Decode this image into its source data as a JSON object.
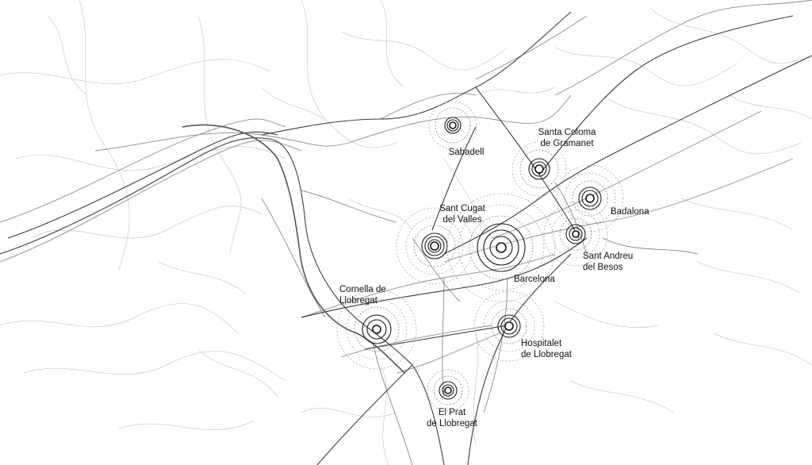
{
  "map": {
    "colors": {
      "background": "#ffffff",
      "roads_main": "#3c3c3c",
      "roads_minor": "#c9c9c9",
      "hubs": "#111111"
    },
    "hub_icon": "concentric-rings-icon",
    "cities": [
      {
        "id": "sabadell",
        "line1": "Sabadell",
        "line2": ""
      },
      {
        "id": "santa-coloma",
        "line1": "Santa Coloma",
        "line2": "de Gramanet"
      },
      {
        "id": "badalona",
        "line1": "Badalona",
        "line2": ""
      },
      {
        "id": "sant-cugat",
        "line1": "Sant Cugat",
        "line2": "del Valles"
      },
      {
        "id": "barcelona",
        "line1": "Barcelona",
        "line2": ""
      },
      {
        "id": "sant-andreu",
        "line1": "Sant Andreu",
        "line2": "del Besos"
      },
      {
        "id": "cornella",
        "line1": "Cornella de",
        "line2": "Llobregat"
      },
      {
        "id": "hospitalet",
        "line1": "Hospitalet",
        "line2": "de Llobregat"
      },
      {
        "id": "el-prat",
        "line1": "El Prat",
        "line2": "de Llobregat"
      }
    ]
  }
}
